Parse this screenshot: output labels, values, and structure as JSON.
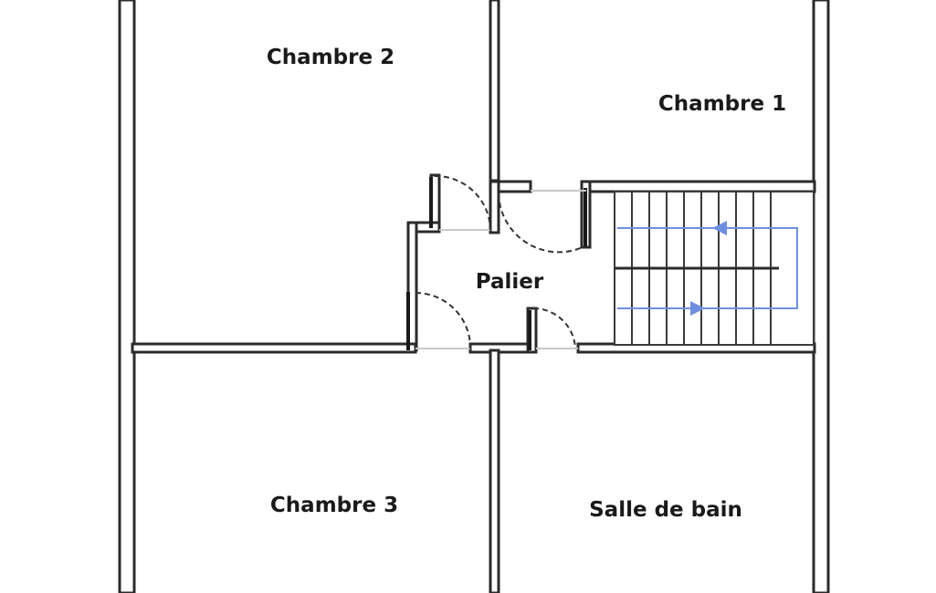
{
  "rooms": {
    "chambre_2": "Chambre 2",
    "chambre_1": "Chambre 1",
    "palier": "Palier",
    "chambre_3": "Chambre 3",
    "salle_de_bain": "Salle de bain"
  },
  "colors": {
    "wall": "#2b2b2b",
    "wall_fill": "#ffffff",
    "stair_arrow": "#6e8fe0",
    "door_swing": "#333333"
  }
}
